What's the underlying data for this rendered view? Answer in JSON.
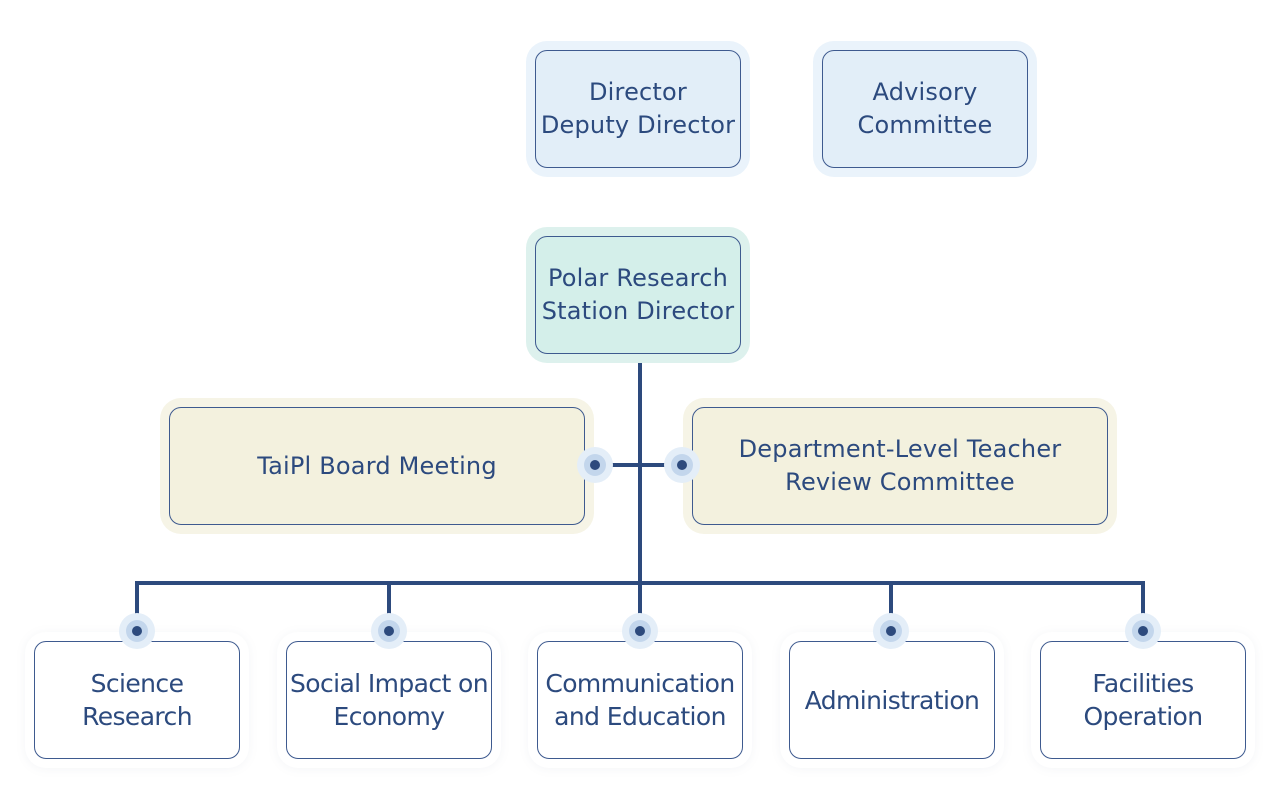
{
  "top": {
    "director_line1": "Director",
    "director_line2": "Deputy Director",
    "advisory_line1": "Advisory",
    "advisory_line2": "Committee"
  },
  "center": {
    "station_line1": "Polar Research",
    "station_line2": "Station Director"
  },
  "side": {
    "board_meeting": "TaiPl Board Meeting",
    "review_line1": "Department-Level Teacher",
    "review_line2": "Review Committee"
  },
  "departments": {
    "science": "Science Research",
    "social_line1": "Social Impact on",
    "social_line2": "Economy",
    "comm_line1": "Communication",
    "comm_line2": "and Education",
    "admin": "Administration",
    "facilities_line1": "Facilities",
    "facilities_line2": "Operation"
  },
  "colors": {
    "line": "#2d4a7d",
    "text": "#2c4a7e",
    "blue_fill": "#e2eef8",
    "teal_fill": "#d4efea",
    "cream_fill": "#f3f1de"
  }
}
